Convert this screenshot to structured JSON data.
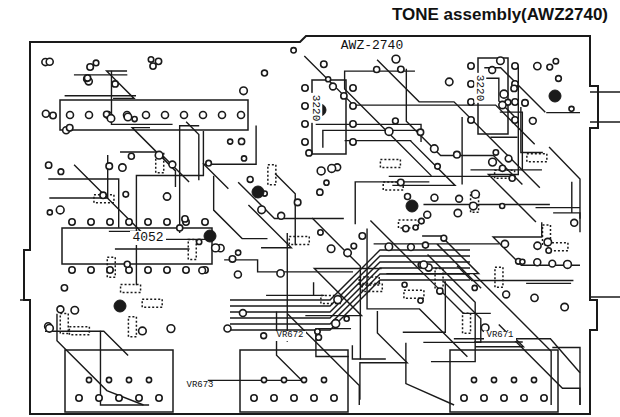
{
  "diagram": {
    "title": "TONE assembly(AWZ2740)",
    "labels": [
      "AWZ-2740",
      "4052",
      "3220",
      "3220",
      "VR673",
      "VR672",
      "VR671"
    ]
  }
}
